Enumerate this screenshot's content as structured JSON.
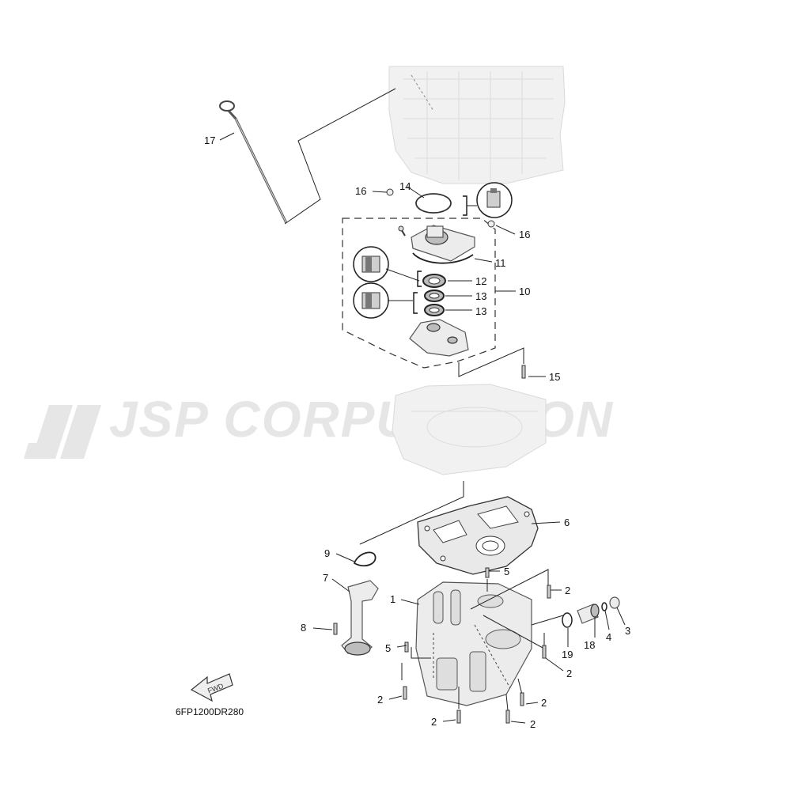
{
  "watermark": {
    "text": "JSP CORPURATION"
  },
  "diagram_code": "6FP1200DR280",
  "fwd_label": "FWD",
  "callouts": [
    {
      "id": "c17",
      "label": "17"
    },
    {
      "id": "c16a",
      "label": "16"
    },
    {
      "id": "c14",
      "label": "14"
    },
    {
      "id": "c16b",
      "label": "16"
    },
    {
      "id": "c11",
      "label": "11"
    },
    {
      "id": "c12",
      "label": "12"
    },
    {
      "id": "c10",
      "label": "10"
    },
    {
      "id": "c13a",
      "label": "13"
    },
    {
      "id": "c13b",
      "label": "13"
    },
    {
      "id": "c15",
      "label": "15"
    },
    {
      "id": "c6",
      "label": "6"
    },
    {
      "id": "c9",
      "label": "9"
    },
    {
      "id": "c5a",
      "label": "5"
    },
    {
      "id": "c7",
      "label": "7"
    },
    {
      "id": "c2a",
      "label": "2"
    },
    {
      "id": "c1",
      "label": "1"
    },
    {
      "id": "c3",
      "label": "3"
    },
    {
      "id": "c4",
      "label": "4"
    },
    {
      "id": "c18",
      "label": "18"
    },
    {
      "id": "c19",
      "label": "19"
    },
    {
      "id": "c8",
      "label": "8"
    },
    {
      "id": "c5b",
      "label": "5"
    },
    {
      "id": "c2b",
      "label": "2"
    },
    {
      "id": "c2c",
      "label": "2"
    },
    {
      "id": "c2d",
      "label": "2"
    },
    {
      "id": "c2e",
      "label": "2"
    },
    {
      "id": "c2f",
      "label": "2"
    }
  ]
}
